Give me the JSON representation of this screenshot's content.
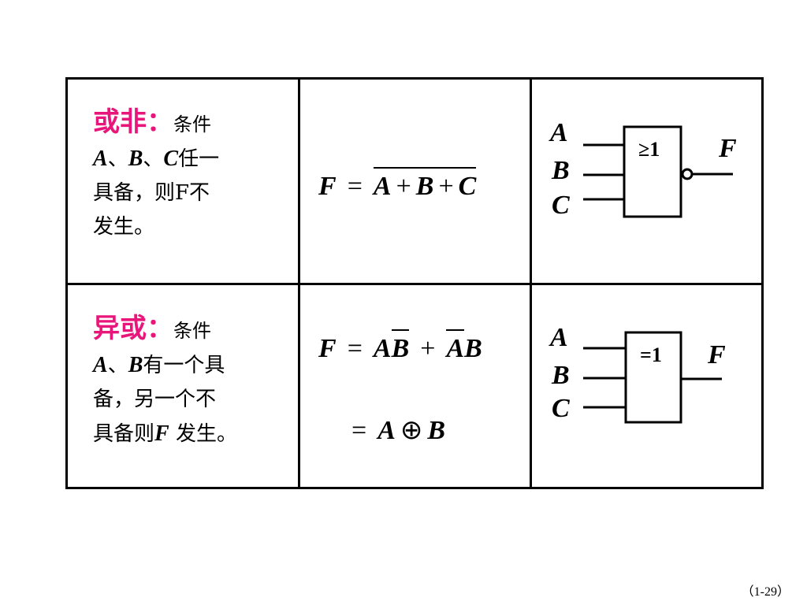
{
  "nor": {
    "title": "或非：",
    "cond_line1": "条件",
    "var_a": "A",
    "sep1": "、",
    "var_b": "B",
    "sep2": "、",
    "var_c": "C",
    "cond_line2_rest": "任一",
    "cond_line3": "具备，则F不",
    "cond_line4": "发生。",
    "formula": {
      "lhs": "F",
      "eq": "=",
      "a": "A",
      "plus1": "+",
      "b": "B",
      "plus2": "+",
      "c": "C"
    },
    "gate": {
      "in_a": "A",
      "in_b": "B",
      "in_c": "C",
      "symbol": "≥1",
      "out": "F"
    }
  },
  "xor": {
    "title": "异或：",
    "cond_line1": "条件",
    "var_a": "A",
    "sep1": "、",
    "var_b": "B",
    "cond_line2_rest": "有一个具",
    "cond_line3": "备，另一个不",
    "cond_line4_pre": "具备则",
    "var_f": "F",
    "cond_line4_post": " 发生。",
    "formula": {
      "lhs": "F",
      "eq": "=",
      "t1a": "A",
      "t1b": "B",
      "plus": "+",
      "t2a": "A",
      "t2b": "B",
      "eq2": "=",
      "ra": "A",
      "xor_op": "⊕",
      "rb": "B"
    },
    "gate": {
      "in_a": "A",
      "in_b": "B",
      "in_c": "C",
      "symbol": "=1",
      "out": "F"
    }
  },
  "page_number": "（1-29）"
}
